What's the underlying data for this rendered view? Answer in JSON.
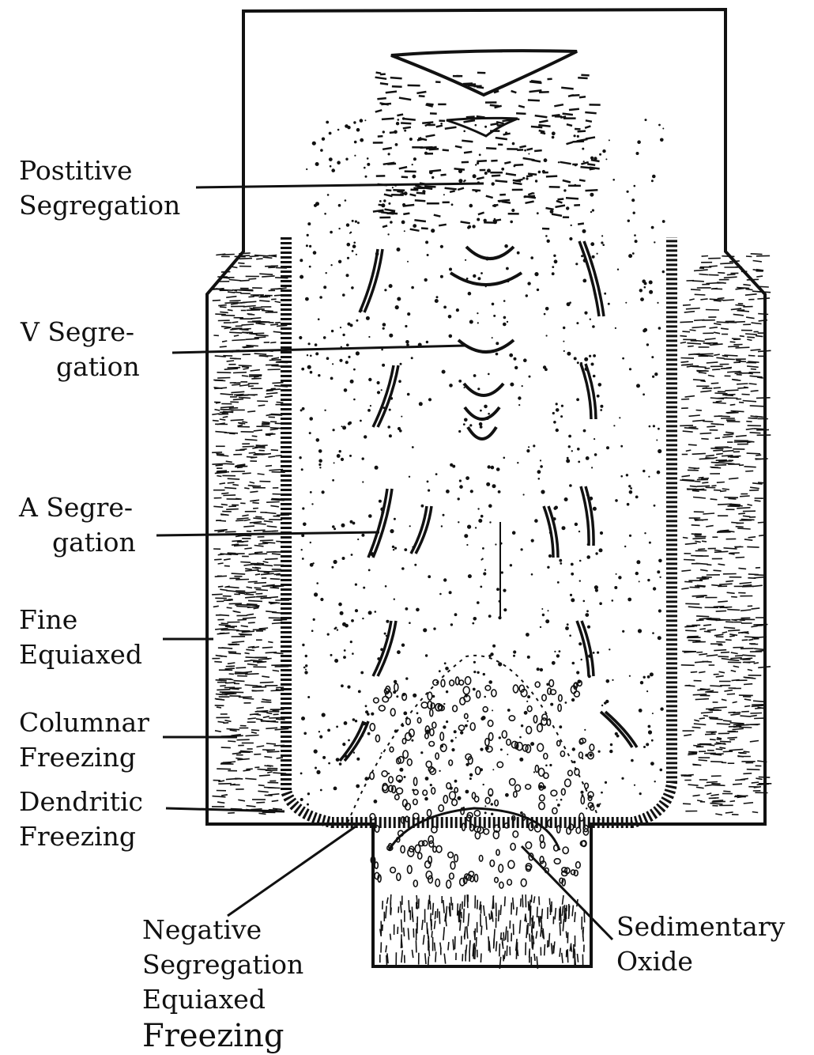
{
  "labels": {
    "positive_segregation": [
      "Postitive",
      "Segregation"
    ],
    "v_segregation": [
      "V Segre-",
      "gation"
    ],
    "a_segregation": [
      "A Segre-",
      "gation"
    ],
    "fine_equiaxed": [
      "Fine",
      "Equiaxed"
    ],
    "columnar_freezing": [
      "Columnar",
      "Freezing"
    ],
    "dendritic_freezing": [
      "Dendritic",
      "Freezing"
    ],
    "negative_segregation": [
      "Negative",
      "Segregation",
      "Equiaxed",
      "Freezing"
    ],
    "sedimentary_oxide": [
      "Sedimentary",
      "Oxide"
    ]
  },
  "colors": {
    "ink": "#111111",
    "paper": "#ffffff"
  }
}
